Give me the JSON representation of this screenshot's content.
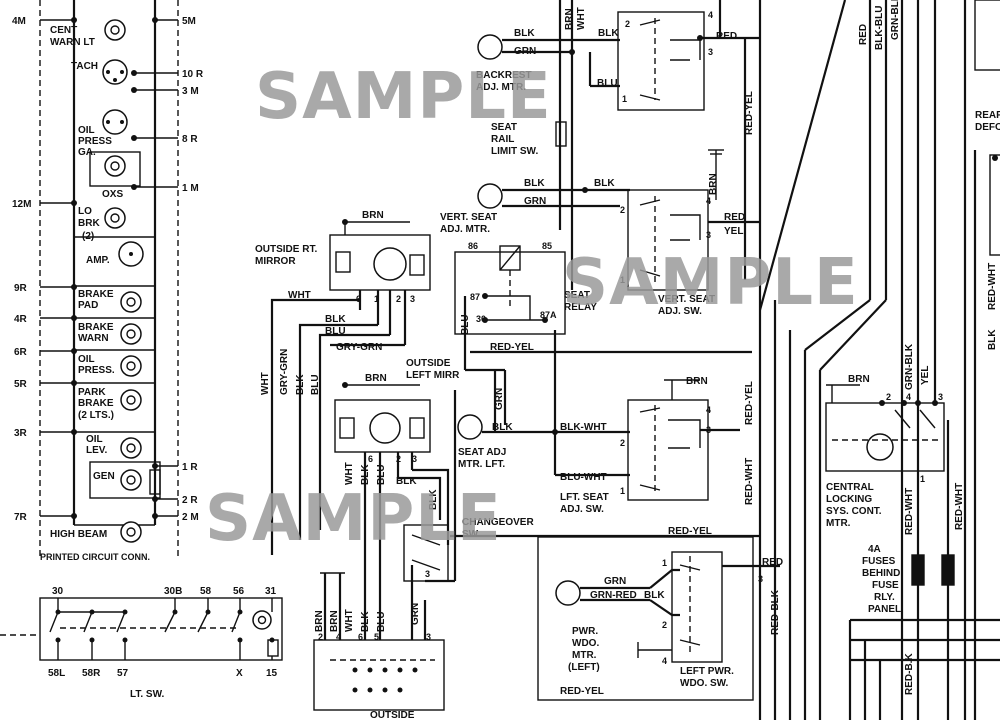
{
  "diagram": {
    "watermark": "SAMPLE",
    "cluster": {
      "labels": [
        "CENT",
        "WARN LT",
        "TACH",
        "OIL",
        "PRESS",
        "GA.",
        "OXS",
        "LO",
        "BRK",
        "(2)",
        "AMP.",
        "BRAKE",
        "PAD",
        "BRAKE",
        "WARN",
        "OIL",
        "PRESS.",
        "PARK",
        "BRAKE",
        "(2 LTS.)",
        "OIL",
        "LEV.",
        "GEN",
        "HIGH BEAM",
        "PRINTED CIRCUIT CONN."
      ],
      "pins_left": [
        "4M",
        "12M",
        "9R",
        "4R",
        "6R",
        "5R",
        "3R",
        "7R"
      ],
      "pins_right": [
        "5M",
        "10 R",
        "3 M",
        "8 R",
        "1 M",
        "1 R",
        "2 R",
        "2 M"
      ]
    },
    "light_switch": {
      "top_pins": [
        "30",
        "30B",
        "58",
        "56",
        "31"
      ],
      "bottom_pins": [
        "58L",
        "58R",
        "57",
        "X",
        "15"
      ],
      "title": "LT. SW."
    },
    "components": {
      "backrest_motor": [
        "BACKREST",
        "ADJ. MTR."
      ],
      "seat_rail": [
        "SEAT",
        "RAIL",
        "LIMIT SW."
      ],
      "vert_motor": [
        "VERT. SEAT",
        "ADJ. MTR."
      ],
      "vert_switch": [
        "VERT. SEAT",
        "ADJ. SW."
      ],
      "relay": [
        "SEAT",
        "RELAY"
      ],
      "relay_pins": [
        "86",
        "85",
        "87",
        "30",
        "87A"
      ],
      "rt_mirror": [
        "OUTSIDE RT.",
        "MIRROR"
      ],
      "left_mirror": [
        "OUTSIDE",
        "LEFT MIRR"
      ],
      "seat_motor_left": [
        "SEAT ADJ",
        "MTR. LFT."
      ],
      "lft_seat_switch": [
        "LFT. SEAT",
        "ADJ. SW."
      ],
      "changeover": [
        "CHANGEOVER",
        "SW."
      ],
      "central_locking": [
        "CENTRAL",
        "LOCKING",
        "SYS. CONT.",
        "MTR."
      ],
      "fuses": [
        "4A",
        "FUSES",
        "BEHIND",
        "FUSE",
        "RLY.",
        "PANEL"
      ],
      "pwr_wdo_motor": [
        "PWR.",
        "WDO.",
        "MTR.",
        "(LEFT)"
      ],
      "pwr_wdo_switch": [
        "LEFT PWR.",
        "WDO. SW."
      ],
      "outside_bottom": "OUTSIDE",
      "rear_defog": [
        "REAR",
        "DEFO"
      ]
    },
    "wires": [
      "BLK",
      "GRN",
      "BLU",
      "BRN",
      "WHT",
      "RED",
      "RED-YEL",
      "GRY-GRN",
      "BLK-WHT",
      "BLU-WHT",
      "RED-WHT",
      "RED-BLK",
      "YEL",
      "GRN-RED",
      "BLK-BLU",
      "GRN-BLK",
      "RED-B.K"
    ],
    "pin_numbers": [
      "1",
      "2",
      "3",
      "4",
      "5",
      "6"
    ]
  }
}
